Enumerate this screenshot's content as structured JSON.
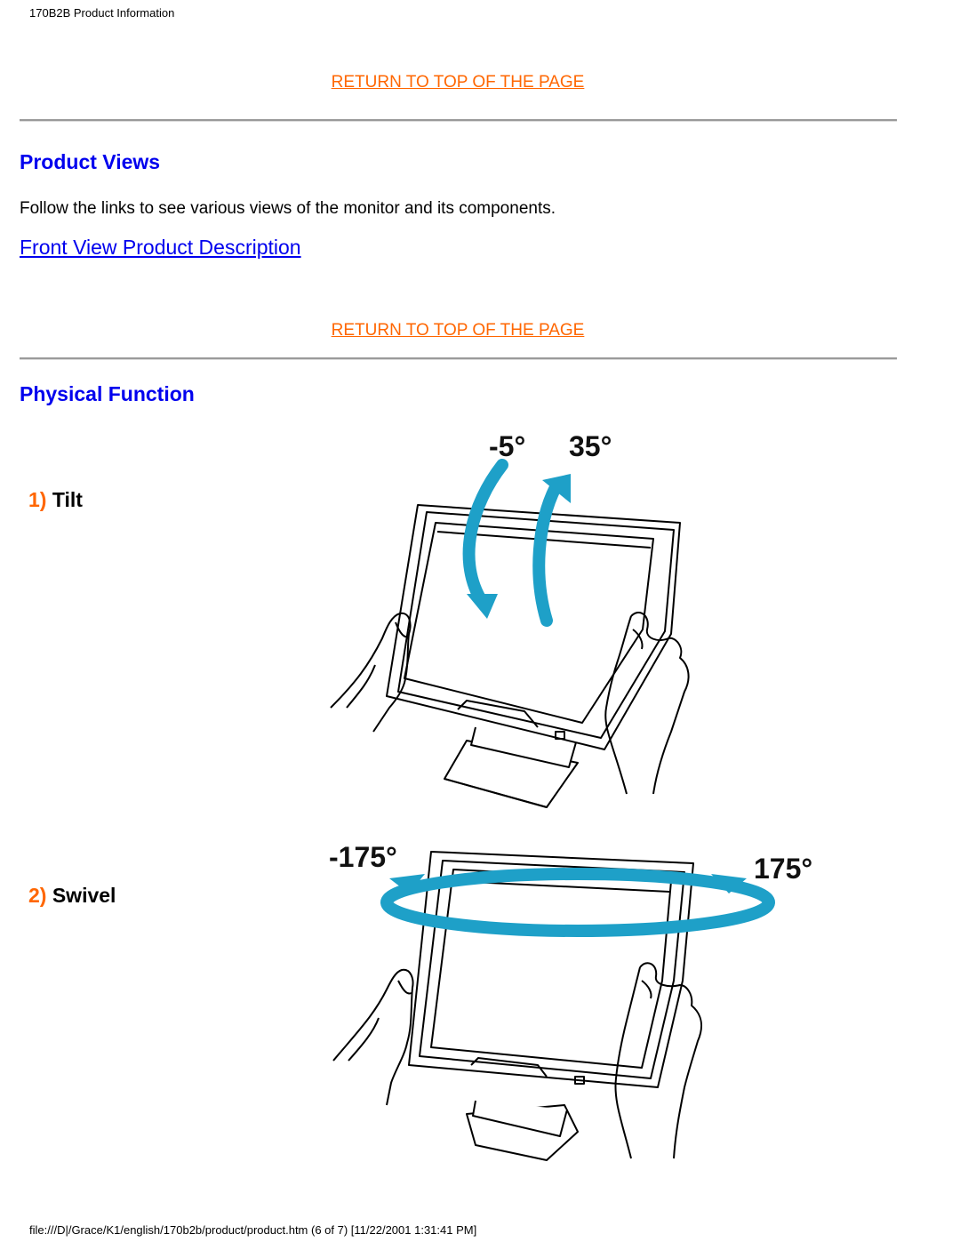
{
  "header": {
    "title": "170B2B Product Information"
  },
  "return_link": {
    "label": "RETURN TO TOP OF THE PAGE"
  },
  "product_views": {
    "heading": "Product Views",
    "description": "Follow the links to see various views of the monitor and its components.",
    "link": "Front View Product Description"
  },
  "physical_function": {
    "heading": "Physical Function",
    "items": [
      {
        "number": "1)",
        "label": "Tilt"
      },
      {
        "number": "2)",
        "label": "Swivel"
      }
    ],
    "tilt_figure": {
      "angle_back": "-5°",
      "angle_forward": "35°"
    },
    "swivel_figure": {
      "angle_left": "-175°",
      "angle_right": "175°"
    }
  },
  "colors": {
    "accent": "#ff6600",
    "link": "#0000ee",
    "arrow": "#1ea0c8"
  },
  "footer": {
    "path": "file:///D|/Grace/K1/english/170b2b/product/product.htm (6 of 7) [11/22/2001 1:31:41 PM]"
  }
}
